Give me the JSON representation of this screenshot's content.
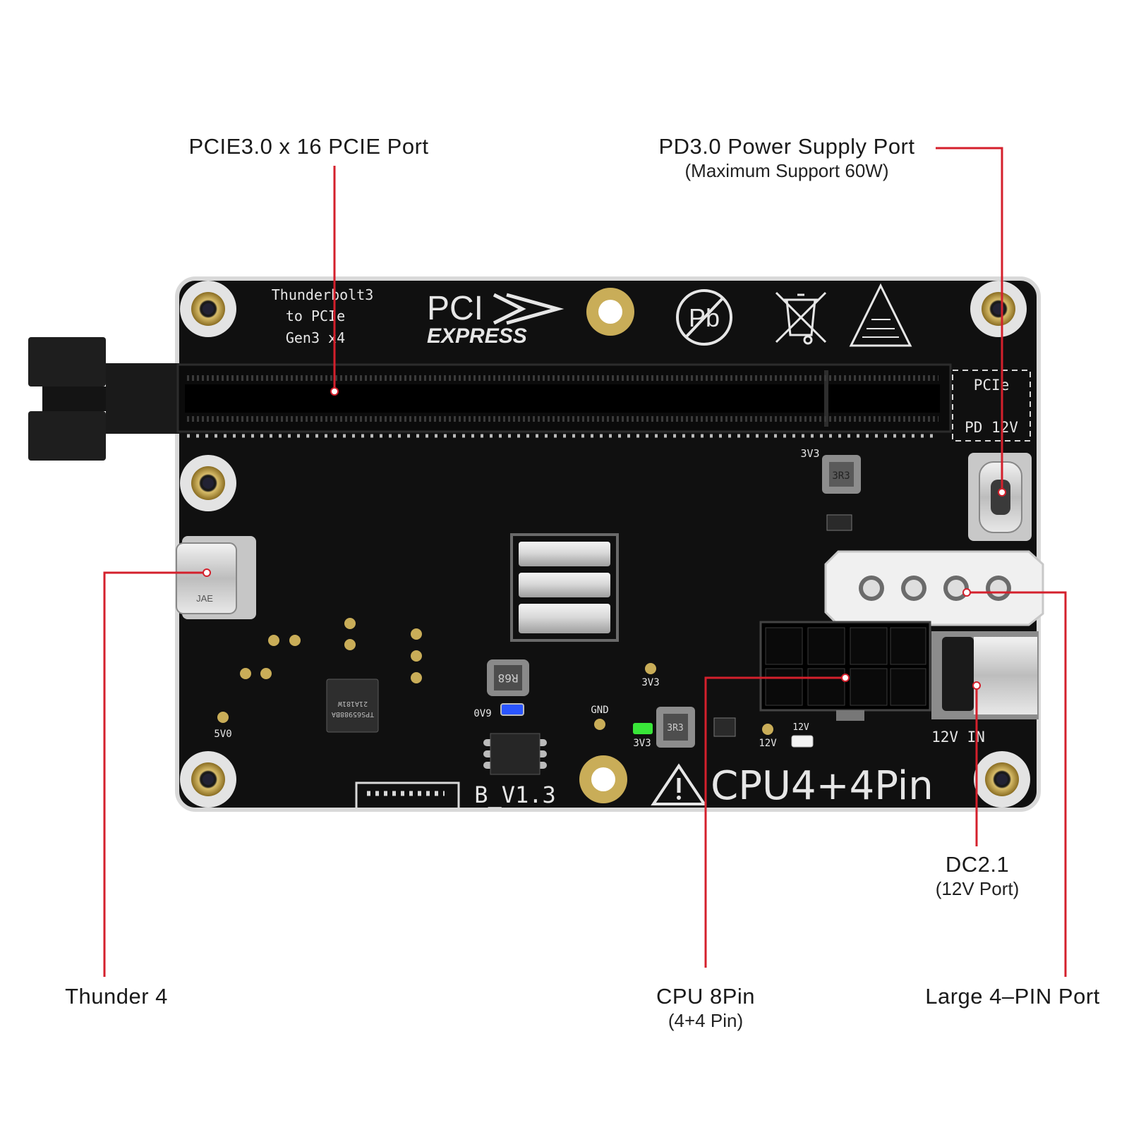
{
  "callouts": {
    "pcie_port": {
      "title": "PCIE3.0 x 16 PCIE Port"
    },
    "pd_port": {
      "title": "PD3.0 Power Supply Port",
      "sub": "(Maximum Support 60W)"
    },
    "thunder": {
      "title": "Thunder 4"
    },
    "cpu": {
      "title": "CPU 8Pin",
      "sub": "(4+4 Pin)"
    },
    "dc": {
      "title": "DC2.1",
      "sub": "(12V Port)"
    },
    "molex": {
      "title": "Large 4–PIN Port"
    }
  },
  "board": {
    "logo_line1": "Thunderbolt3",
    "logo_line2": "to PCIe",
    "logo_line3": "Gen3 x4",
    "pci_text": "PCI",
    "express_text": "EXPRESS",
    "pb_text": "Pb",
    "pcie_box_top": "PCIe",
    "pcie_box_bottom": "PD 12V",
    "label_3v3_top": "3V3",
    "label_3v3_mid": "3V3",
    "label_3v3_led": "3V3",
    "label_gnd": "GND",
    "label_0v9": "0V9",
    "label_5v0": "5V0",
    "label_12v_led": "12V",
    "label_12v_small": "12V",
    "label_12v_in": "12V IN",
    "version": "B_V1.3",
    "cpu_label": "CPU4+4Pin",
    "chip_r68": "R68",
    "chip_3r3": "3R3",
    "chip_main": "TPS65988BA",
    "chip_code": "21A181W",
    "usb_brand": "JAE"
  },
  "colors": {
    "pcb": "#111111",
    "callout_line": "#d4202c",
    "led_green": "#39e639",
    "led_blue": "#2a55ff",
    "gold": "#b89a45",
    "standoff": "#dcdcdc"
  }
}
